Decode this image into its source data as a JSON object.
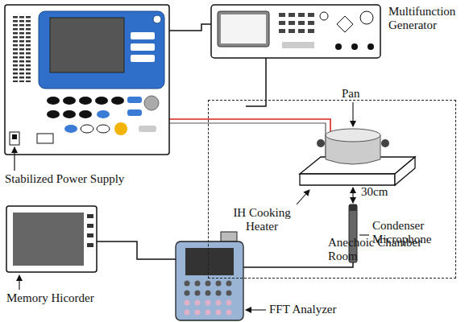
{
  "diagram": {
    "nodes": [
      {
        "text": [
          "Anechoic Chamber Room"
        ]
      }
    ],
    "labels": [
      "Multifunction Generator",
      "Pan",
      "Stabilized Power Supply",
      "IH Cooking Heater",
      "30cm",
      "Condenser Microphone",
      "Memory Hicorder",
      "FFT Analyzer"
    ]
  }
}
